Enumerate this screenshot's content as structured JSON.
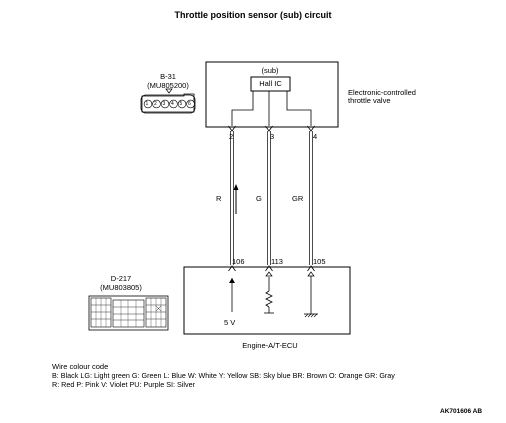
{
  "title": "Throttle position sensor (sub) circuit",
  "top_connector": {
    "id": "B-31",
    "part": "(MU805200)",
    "pins": [
      "1",
      "2",
      "3",
      "4",
      "5",
      "6"
    ]
  },
  "valve": {
    "sub_label": "(sub)",
    "ic_label": "Hall IC",
    "desc_line1": "Electronic-controlled",
    "desc_line2": "throttle valve"
  },
  "valve_pins": [
    "2",
    "3",
    "4"
  ],
  "wires": [
    {
      "color_code": "R"
    },
    {
      "color_code": "G"
    },
    {
      "color_code": "GR"
    }
  ],
  "ecu_pins": [
    "106",
    "113",
    "105"
  ],
  "supply_label": "5 V",
  "bottom_connector": {
    "id": "D-217",
    "part": "(MU803805)",
    "rows": [
      [
        "",
        "",
        "",
        "",
        "",
        "",
        "",
        "",
        ""
      ],
      [
        "",
        "",
        "",
        "",
        "",
        "",
        "",
        "",
        ""
      ],
      [
        "",
        "",
        "",
        "",
        "",
        "",
        "",
        "",
        ""
      ],
      [
        "",
        "",
        "",
        "",
        "",
        "",
        "",
        "",
        ""
      ]
    ]
  },
  "ecu_label": "Engine-A/T-ECU",
  "legend": {
    "heading": "Wire colour code",
    "line1": "B: Black  LG: Light green  G: Green  L: Blue  W: White  Y: Yellow  SB: Sky blue  BR: Brown  O: Orange  GR: Gray",
    "line2": "R: Red  P: Pink  V: Violet  PU: Purple  SI: Silver"
  },
  "figure_code": "AK701606 AB"
}
